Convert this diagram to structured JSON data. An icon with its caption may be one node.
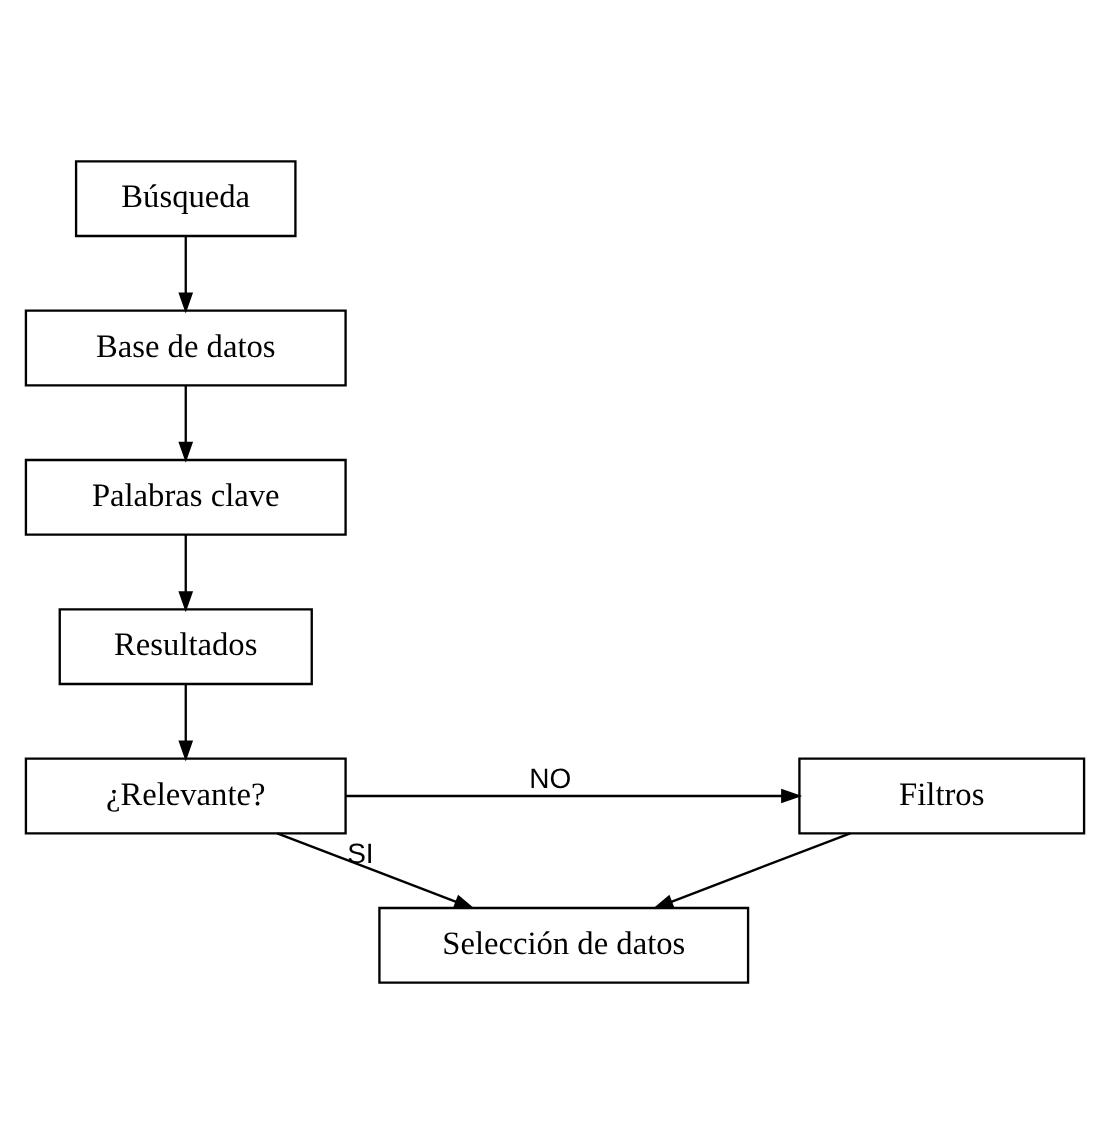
{
  "diagram": {
    "nodes": [
      {
        "text": [
          "Búsqueda"
        ]
      },
      {
        "text": [
          "Base de datos"
        ]
      },
      {
        "text": [
          "Palabras clave"
        ]
      },
      {
        "text": [
          "Resultados"
        ]
      },
      {
        "text": [
          "¿Relevante?"
        ]
      },
      {
        "text": [
          "Filtros"
        ]
      },
      {
        "text": [
          "Selección de datos"
        ]
      }
    ],
    "edges": [
      {
        "from": 0,
        "to": 1,
        "arrow": "to"
      },
      {
        "from": 1,
        "to": 2,
        "arrow": "to"
      },
      {
        "from": 2,
        "to": 3,
        "arrow": "to"
      },
      {
        "from": 3,
        "to": 4,
        "arrow": "to"
      },
      {
        "from": 4,
        "to": 5,
        "arrow": "to",
        "label": "NO"
      },
      {
        "from": 4,
        "to": 6,
        "arrow": "to",
        "label": "SI"
      },
      {
        "from": 5,
        "to": 6,
        "arrow": "to"
      }
    ]
  }
}
